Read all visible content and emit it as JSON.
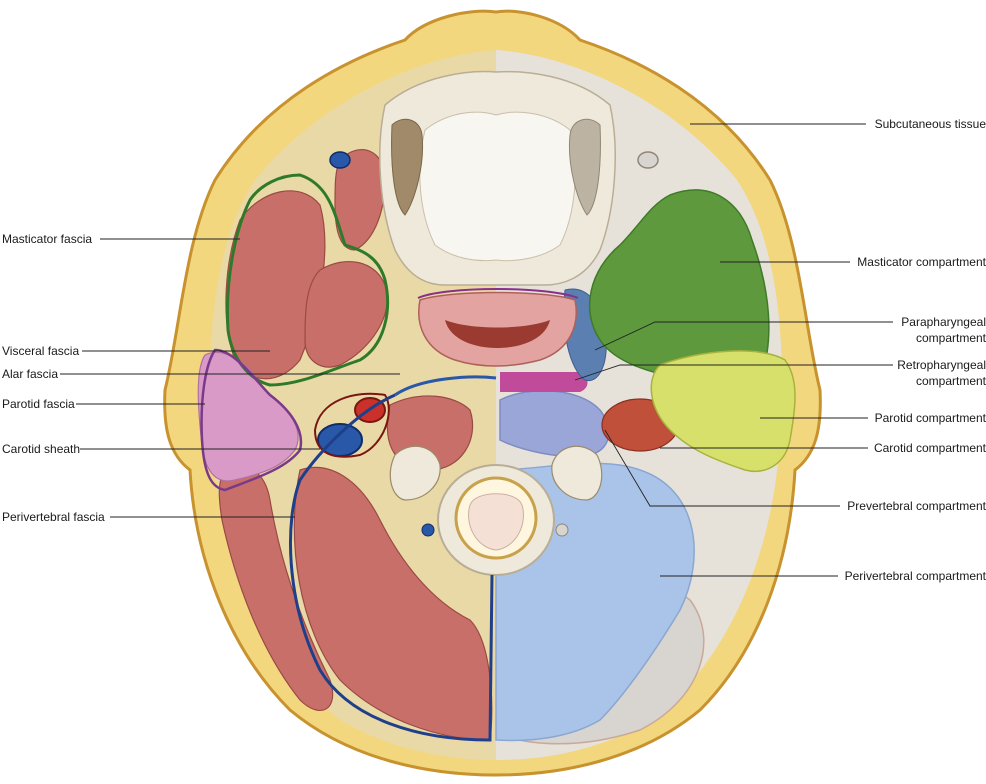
{
  "left_labels": {
    "masticator_fascia": "Masticator fascia",
    "visceral_fascia": "Visceral fascia",
    "alar_fascia": "Alar fascia",
    "parotid_fascia": "Parotid fascia",
    "carotid_sheath": "Carotid sheath",
    "perivertebral_fascia": "Perivertebral fascia"
  },
  "right_labels": {
    "subcutaneous_tissue": "Subcutaneous tissue",
    "masticator_compartment": "Masticator compartment",
    "parapharyngeal_compartment_1": "Parapharyngeal",
    "parapharyngeal_compartment_2": "compartment",
    "retropharyngeal_compartment_1": "Retropharyngeal",
    "retropharyngeal_compartment_2": "compartment",
    "parotid_compartment": "Parotid compartment",
    "carotid_compartment": "Carotid compartment",
    "prevertebral_compartment": "Prevertebral compartment",
    "perivertebral_compartment": "Perivertebral compartment"
  },
  "colors": {
    "subcutaneous_fat": "#f2d77e",
    "skin_outline": "#c8922e",
    "muscle": "#c96f6a",
    "masticator_compartment": "#5e9a3d",
    "parotid_compartment": "#d6e06a",
    "parotid_gland_left": "#d99ac8",
    "parapharyngeal_compartment": "#5a7fb0",
    "retropharyngeal_compartment": "#c04b9b",
    "carotid_compartment": "#c0503a",
    "prevertebral_compartment": "#9aa6d8",
    "perivertebral_compartment": "#a9c4e8",
    "perivertebral_fascia_line": "#1f3f8a",
    "masticator_fascia_line": "#2f7a2a",
    "parotid_fascia_line": "#7a3a8a",
    "bone": "#efe9dc"
  }
}
